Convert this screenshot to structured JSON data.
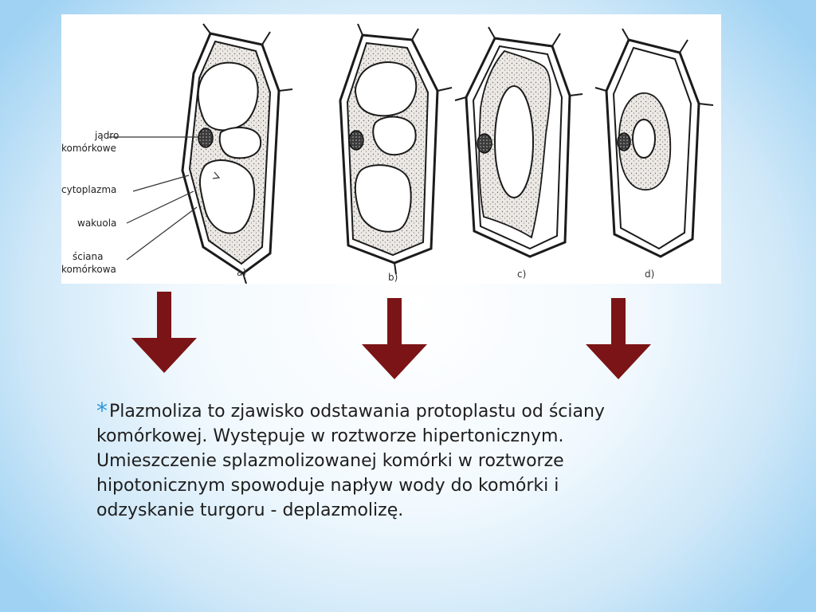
{
  "diagram": {
    "labels": {
      "nucleus": [
        "jądro",
        "komórkowe"
      ],
      "cytoplasm": "cytoplazma",
      "vacuole": "wakuola",
      "cell_wall": [
        "ściana",
        "komórkowa"
      ]
    },
    "panels": [
      "a)",
      "b)",
      "c)",
      "d)"
    ],
    "colors": {
      "outline": "#1b1b1b",
      "cytoplasm_fill": "#e9e6e2"
    }
  },
  "arrows": {
    "count": 3,
    "color": "#7b1416",
    "icon": "down-arrow-icon"
  },
  "caption": {
    "bullet": "*",
    "lines": [
      "Plazmoliza to zjawisko odstawania protoplastu od ściany",
      "komórkowej. Występuje w roztworze hipertonicznym.",
      "Umieszczenie splazmolizowanej komórki w roztworze",
      "hipotonicznym spowoduje napływ wody do komórki i",
      "odzyskanie turgoru - deplazmolizę."
    ],
    "bullet_color": "#2e97d6"
  }
}
